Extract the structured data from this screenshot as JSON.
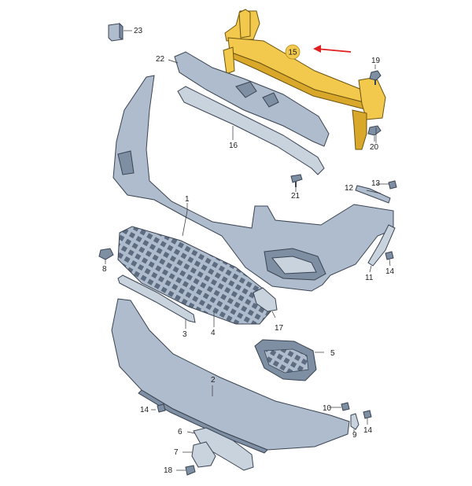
{
  "callouts": {
    "p1": "1",
    "p2": "2",
    "p3": "3",
    "p4": "4",
    "p5": "5",
    "p6": "6",
    "p7": "7",
    "p8": "8",
    "p9": "9",
    "p10": "10",
    "p11": "11",
    "p12": "12",
    "p13": "13",
    "p14a": "14",
    "p14b": "14",
    "p14c": "14",
    "p15": "15",
    "p16": "16",
    "p17": "17",
    "p18": "18",
    "p19": "19",
    "p20": "20",
    "p21": "21",
    "p22": "22",
    "p23": "23"
  },
  "colors": {
    "highlight": "#f2c94c",
    "part": "#aebccd",
    "arrow": "#e02020"
  },
  "highlighted_part": "15"
}
